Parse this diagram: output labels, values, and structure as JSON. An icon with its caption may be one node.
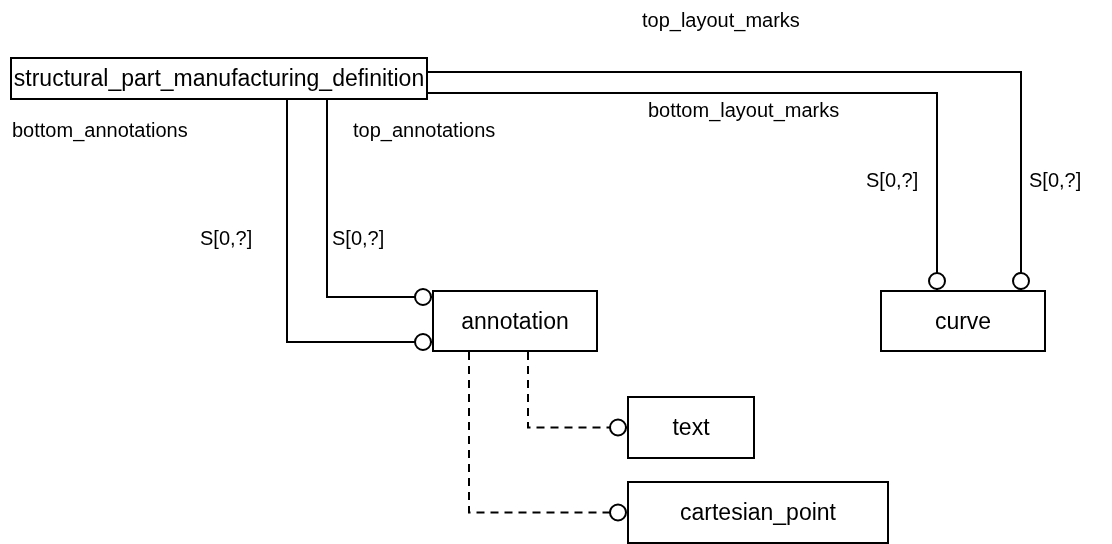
{
  "diagram": {
    "nodes": [
      {
        "text": [
          "structural_part_manufacturing_definition"
        ]
      },
      {
        "text": [
          "annotation"
        ]
      },
      {
        "text": [
          "curve"
        ]
      },
      {
        "text": [
          "text"
        ]
      },
      {
        "text": [
          "cartesian_point"
        ]
      }
    ],
    "edges": [
      {
        "from": 0,
        "to": 1,
        "arrow": "other",
        "label": "top_annotations"
      },
      {
        "from": 0,
        "to": 1,
        "arrow": "other",
        "label": "bottom_annotations"
      },
      {
        "from": 0,
        "to": 2,
        "arrow": "other",
        "label": "top_layout_marks"
      },
      {
        "from": 0,
        "to": 2,
        "arrow": "other",
        "label": "bottom_layout_marks"
      },
      {
        "from": 1,
        "to": 3,
        "arrow": "other",
        "style": "dashed"
      },
      {
        "from": 1,
        "to": 4,
        "arrow": "other",
        "style": "dashed"
      }
    ],
    "labels": [
      "S[0,?]",
      "S[0,?]",
      "S[0,?]",
      "S[0,?]"
    ]
  }
}
